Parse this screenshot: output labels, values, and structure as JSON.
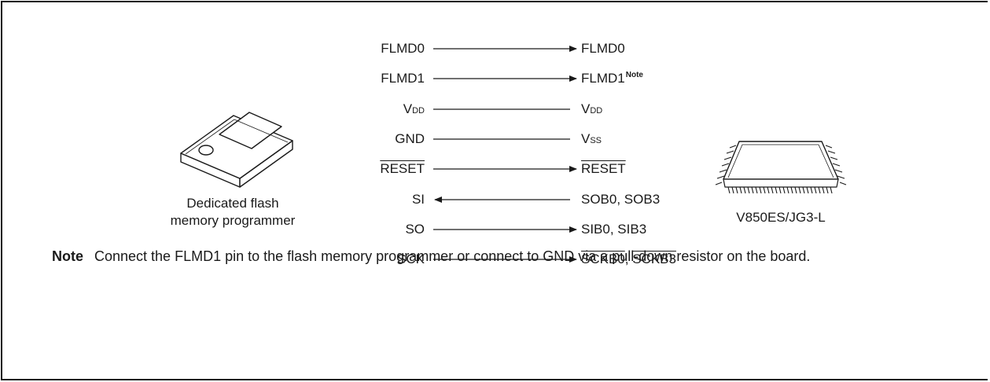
{
  "programmer_label_line1": "Dedicated flash",
  "programmer_label_line2": "memory programmer",
  "device_label": "V850ES/JG3-L",
  "connections": [
    {
      "left": "FLMD0",
      "right": "FLMD0",
      "dir": "right"
    },
    {
      "left": "FLMD1",
      "right": "FLMD1",
      "right_sup": "Note",
      "dir": "right"
    },
    {
      "left_main": "V",
      "left_sub": "DD",
      "right_main": "V",
      "right_sub": "DD",
      "dir": "none"
    },
    {
      "left": "GND",
      "right_main": "V",
      "right_sub": "SS",
      "dir": "none"
    },
    {
      "left": "RESET",
      "right": "RESET",
      "dir": "right",
      "overline": true
    },
    {
      "left": "SI",
      "right": "SOB0, SOB3",
      "dir": "left"
    },
    {
      "left": "SO",
      "right": "SIB0, SIB3",
      "dir": "right"
    },
    {
      "left": "SCK",
      "right_a": "SCKB0",
      "right_sep": ", ",
      "right_b": "SCKB3",
      "dir": "right"
    }
  ],
  "note": {
    "label": "Note",
    "text": "Connect the FLMD1 pin to the flash memory programmer or connect to GND via a pull-down resistor on the board."
  }
}
